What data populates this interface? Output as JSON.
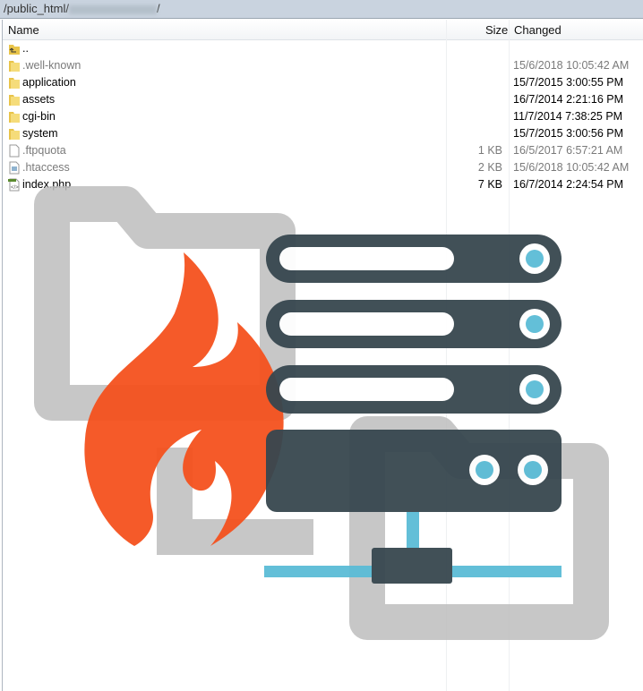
{
  "path": {
    "prefix": "/public_html/",
    "suffix": "/"
  },
  "columns": {
    "name": "Name",
    "size": "Size",
    "changed": "Changed"
  },
  "files": [
    {
      "name": "..",
      "size": "",
      "changed": "",
      "icon": "folder-up-icon",
      "dim": false
    },
    {
      "name": ".well-known",
      "size": "",
      "changed": "15/6/2018 10:05:42 AM",
      "icon": "folder-icon",
      "dim": true
    },
    {
      "name": "application",
      "size": "",
      "changed": "15/7/2015 3:00:55 PM",
      "icon": "folder-icon",
      "dim": false
    },
    {
      "name": "assets",
      "size": "",
      "changed": "16/7/2014 2:21:16 PM",
      "icon": "folder-icon",
      "dim": false
    },
    {
      "name": "cgi-bin",
      "size": "",
      "changed": "11/7/2014 7:38:25 PM",
      "icon": "folder-icon",
      "dim": false
    },
    {
      "name": "system",
      "size": "",
      "changed": "15/7/2015 3:00:56 PM",
      "icon": "folder-icon",
      "dim": false
    },
    {
      "name": ".ftpquota",
      "size": "1 KB",
      "changed": "16/5/2017 6:57:21 AM",
      "icon": "file-icon",
      "dim": true
    },
    {
      "name": ".htaccess",
      "size": "2 KB",
      "changed": "15/6/2018 10:05:42 AM",
      "icon": "config-file-icon",
      "dim": true
    },
    {
      "name": "index.php",
      "size": "7 KB",
      "changed": "16/7/2014 2:24:54 PM",
      "icon": "php-file-icon",
      "dim": false
    }
  ],
  "colors": {
    "flame": "#f4511e",
    "server": "#37474f",
    "accent": "#5bbcd6",
    "folder_outline": "#bdbdbd"
  }
}
